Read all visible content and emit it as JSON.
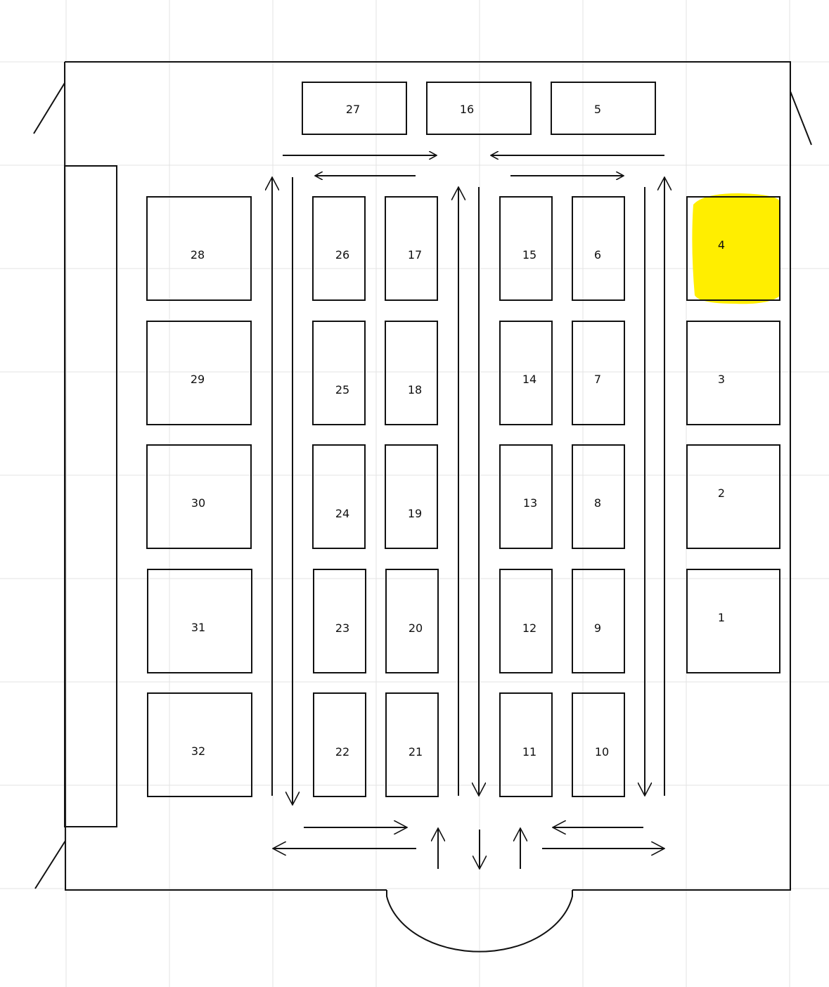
{
  "colors": {
    "grid": "#e3e3e3",
    "ink": "#111111",
    "highlight": "#ffee00",
    "paper": "#ffffff"
  },
  "highlighted_booth": "4",
  "booths": {
    "b1": "1",
    "b2": "2",
    "b3": "3",
    "b4": "4",
    "b5": "5",
    "b6": "6",
    "b7": "7",
    "b8": "8",
    "b9": "9",
    "b10": "10",
    "b11": "11",
    "b12": "12",
    "b13": "13",
    "b14": "14",
    "b15": "15",
    "b16": "16",
    "b17": "17",
    "b18": "18",
    "b19": "19",
    "b20": "20",
    "b21": "21",
    "b22": "22",
    "b23": "23",
    "b24": "24",
    "b25": "25",
    "b26": "26",
    "b27": "27",
    "b28": "28",
    "b29": "29",
    "b30": "30",
    "b31": "31",
    "b32": "32"
  }
}
